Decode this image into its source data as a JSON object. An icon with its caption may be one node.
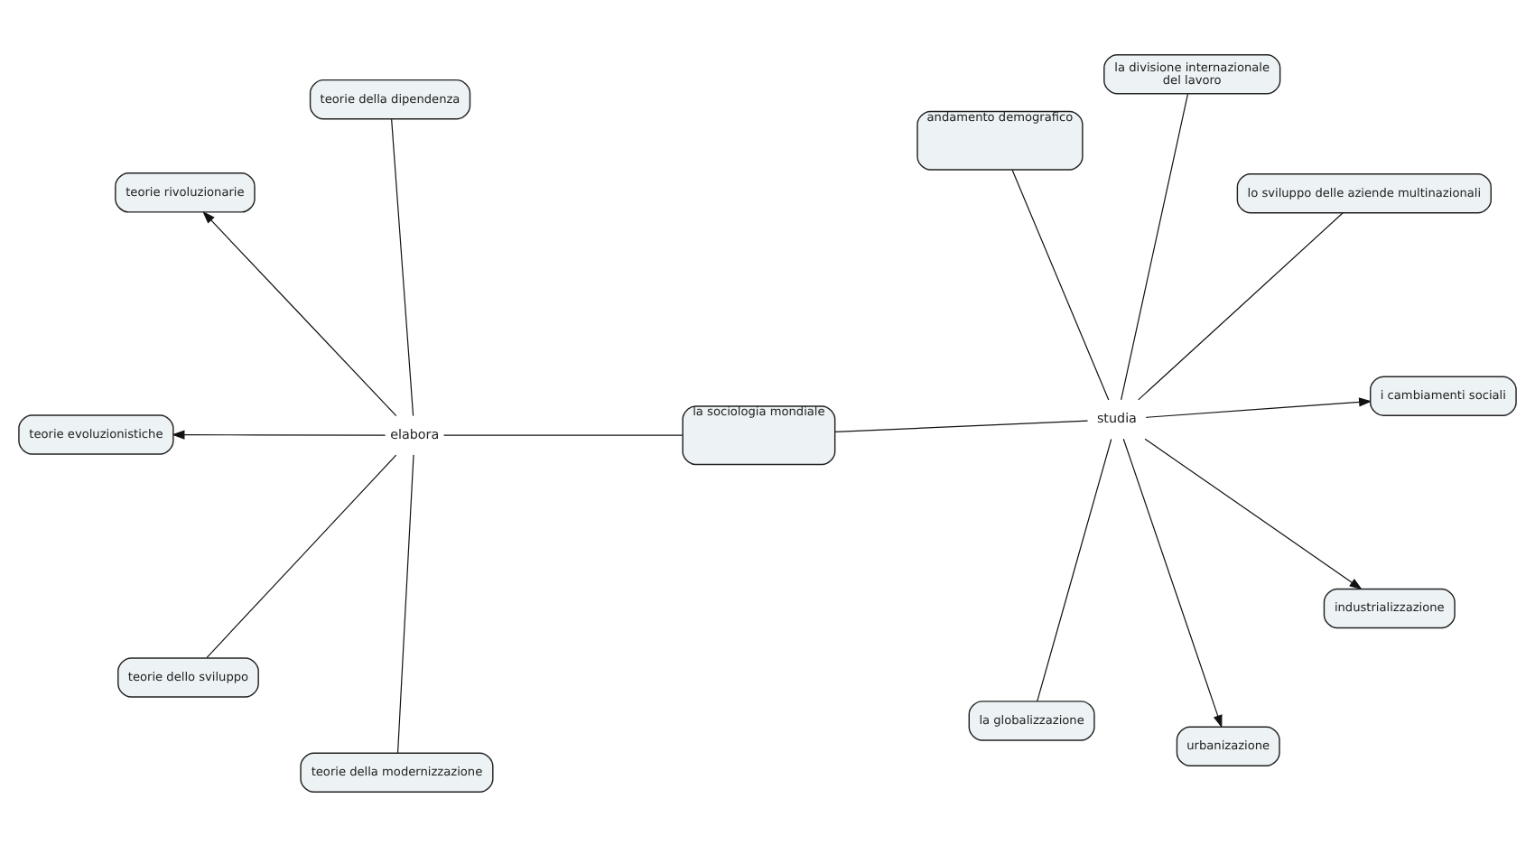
{
  "diagram": {
    "nodes": [
      {
        "text": [
          "la sociologia mondiale"
        ]
      },
      {
        "text": [
          "elabora"
        ]
      },
      {
        "text": [
          "studia"
        ]
      },
      {
        "text": [
          "teorie evoluzionistiche"
        ]
      },
      {
        "text": [
          "teorie rivoluzionarie"
        ]
      },
      {
        "text": [
          "teorie dello sviluppo"
        ]
      },
      {
        "text": [
          "teorie della modernizzazione"
        ]
      },
      {
        "text": [
          "teorie della dipendenza"
        ]
      },
      {
        "text": [
          "urbanizazione"
        ]
      },
      {
        "text": [
          "industrializzazione"
        ]
      },
      {
        "text": [
          "i cambiamenti sociali"
        ]
      },
      {
        "text": [
          "la globalizzazione"
        ]
      },
      {
        "text": [
          "lo sviluppo delle aziende multinazionali"
        ]
      },
      {
        "text": [
          "la divisione internazionale del lavoro"
        ]
      },
      {
        "text": [
          "andamento demografico"
        ]
      }
    ],
    "edges": [
      {
        "from": 0,
        "to": 1,
        "arrow": "none"
      },
      {
        "from": 0,
        "to": 2,
        "arrow": "none"
      },
      {
        "from": 1,
        "to": 3,
        "arrow": "to"
      },
      {
        "from": 1,
        "to": 4,
        "arrow": "to"
      },
      {
        "from": 1,
        "to": 5,
        "arrow": "none"
      },
      {
        "from": 1,
        "to": 6,
        "arrow": "none"
      },
      {
        "from": 1,
        "to": 7,
        "arrow": "none"
      },
      {
        "from": 2,
        "to": 8,
        "arrow": "to"
      },
      {
        "from": 2,
        "to": 9,
        "arrow": "to"
      },
      {
        "from": 2,
        "to": 10,
        "arrow": "to"
      },
      {
        "from": 2,
        "to": 11,
        "arrow": "none"
      },
      {
        "from": 2,
        "to": 12,
        "arrow": "none"
      },
      {
        "from": 2,
        "to": 13,
        "arrow": "none"
      },
      {
        "from": 2,
        "to": 14,
        "arrow": "none"
      }
    ]
  }
}
